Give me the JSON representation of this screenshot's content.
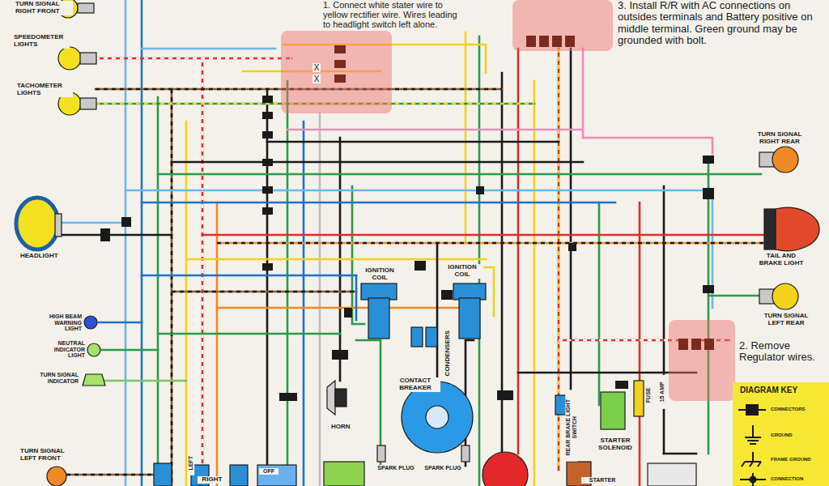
{
  "diagram": {
    "nodes": [
      {
        "text": [
          "DIAGRAM KEY",
          "CONNECTORS",
          "GROUND",
          "FRAME GROUND",
          "CONNECTION"
        ]
      }
    ],
    "labels": [
      "TURN SIGNAL RIGHT FRONT",
      "SPEEDOMETER LIGHTS",
      "TACHOMETER LIGHTS",
      "HEADLIGHT",
      "HIGH BEAM WARNING LIGHT",
      "NEUTRAL INDICATOR LIGHT",
      "TURN SIGNAL INDICATOR",
      "TURN SIGNAL LEFT FRONT",
      "1. Connect white stater wire to yellow rectifier wire. Wires leading to headlight switch left alone.",
      "X",
      "X",
      "3. Install R/R with AC connections on outsides terminals and Battery positive on middle terminal. Green ground may be grounded with bolt.",
      "TURN SIGNAL RIGHT REAR",
      "TAIL AND BRAKE LIGHT",
      "TURN SIGNAL LEFT REAR",
      "2. Remove Regulator wires.",
      "IGNITION COIL",
      "IGNITION COIL",
      "CONDENSERS",
      "CONTACT BREAKER",
      "HORN",
      "SPARK PLUG",
      "SPARK PLUG",
      "REAR BRAKE LIGHT SWITCH",
      "STARTER SOLENOID",
      "FUSE",
      "15 AMP",
      "STARTER",
      "LEFT",
      "RIGHT",
      "OFF"
    ]
  }
}
